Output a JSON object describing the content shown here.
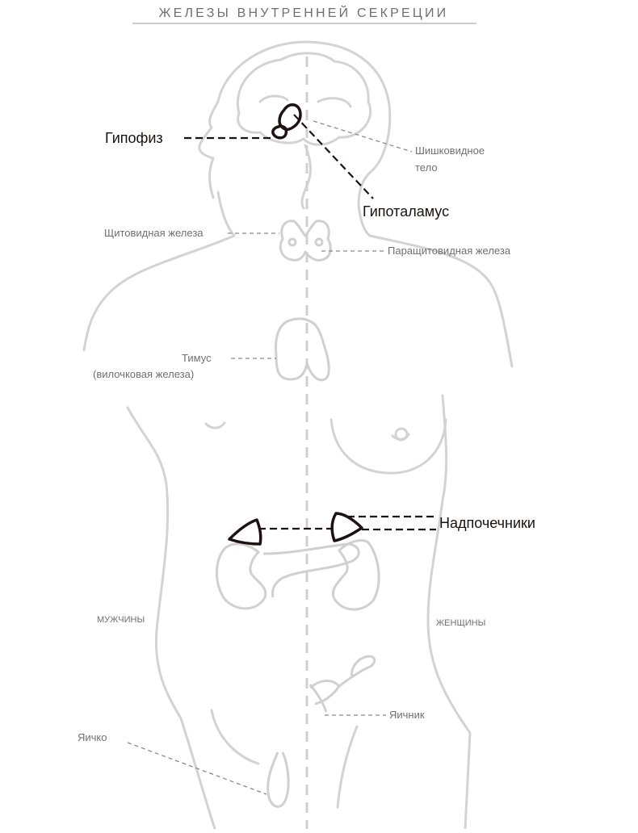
{
  "title": "ЖЕЛЕЗЫ ВНУТРЕННЕЙ СЕКРЕЦИИ",
  "labels": {
    "hypophysis": "Гипофиз",
    "pineal_line1": "Шишковидное",
    "pineal_line2": "тело",
    "hypothalamus": "Гипоталамус",
    "thyroid": "Щитовидная железа",
    "parathyroid": "Паращитовидная железа",
    "thymus_line1": "Тимус",
    "thymus_line2": "(вилочковая железа)",
    "adrenals": "Надпочечники",
    "male": "МУЖЧИНЫ",
    "female": "ЖЕНЩИНЫ",
    "ovary": "Яичник",
    "testicle": "Яичко"
  },
  "colors": {
    "outline": "#d3d3d3",
    "highlight": "#1d1212",
    "label_gray": "#6f6f6f"
  }
}
